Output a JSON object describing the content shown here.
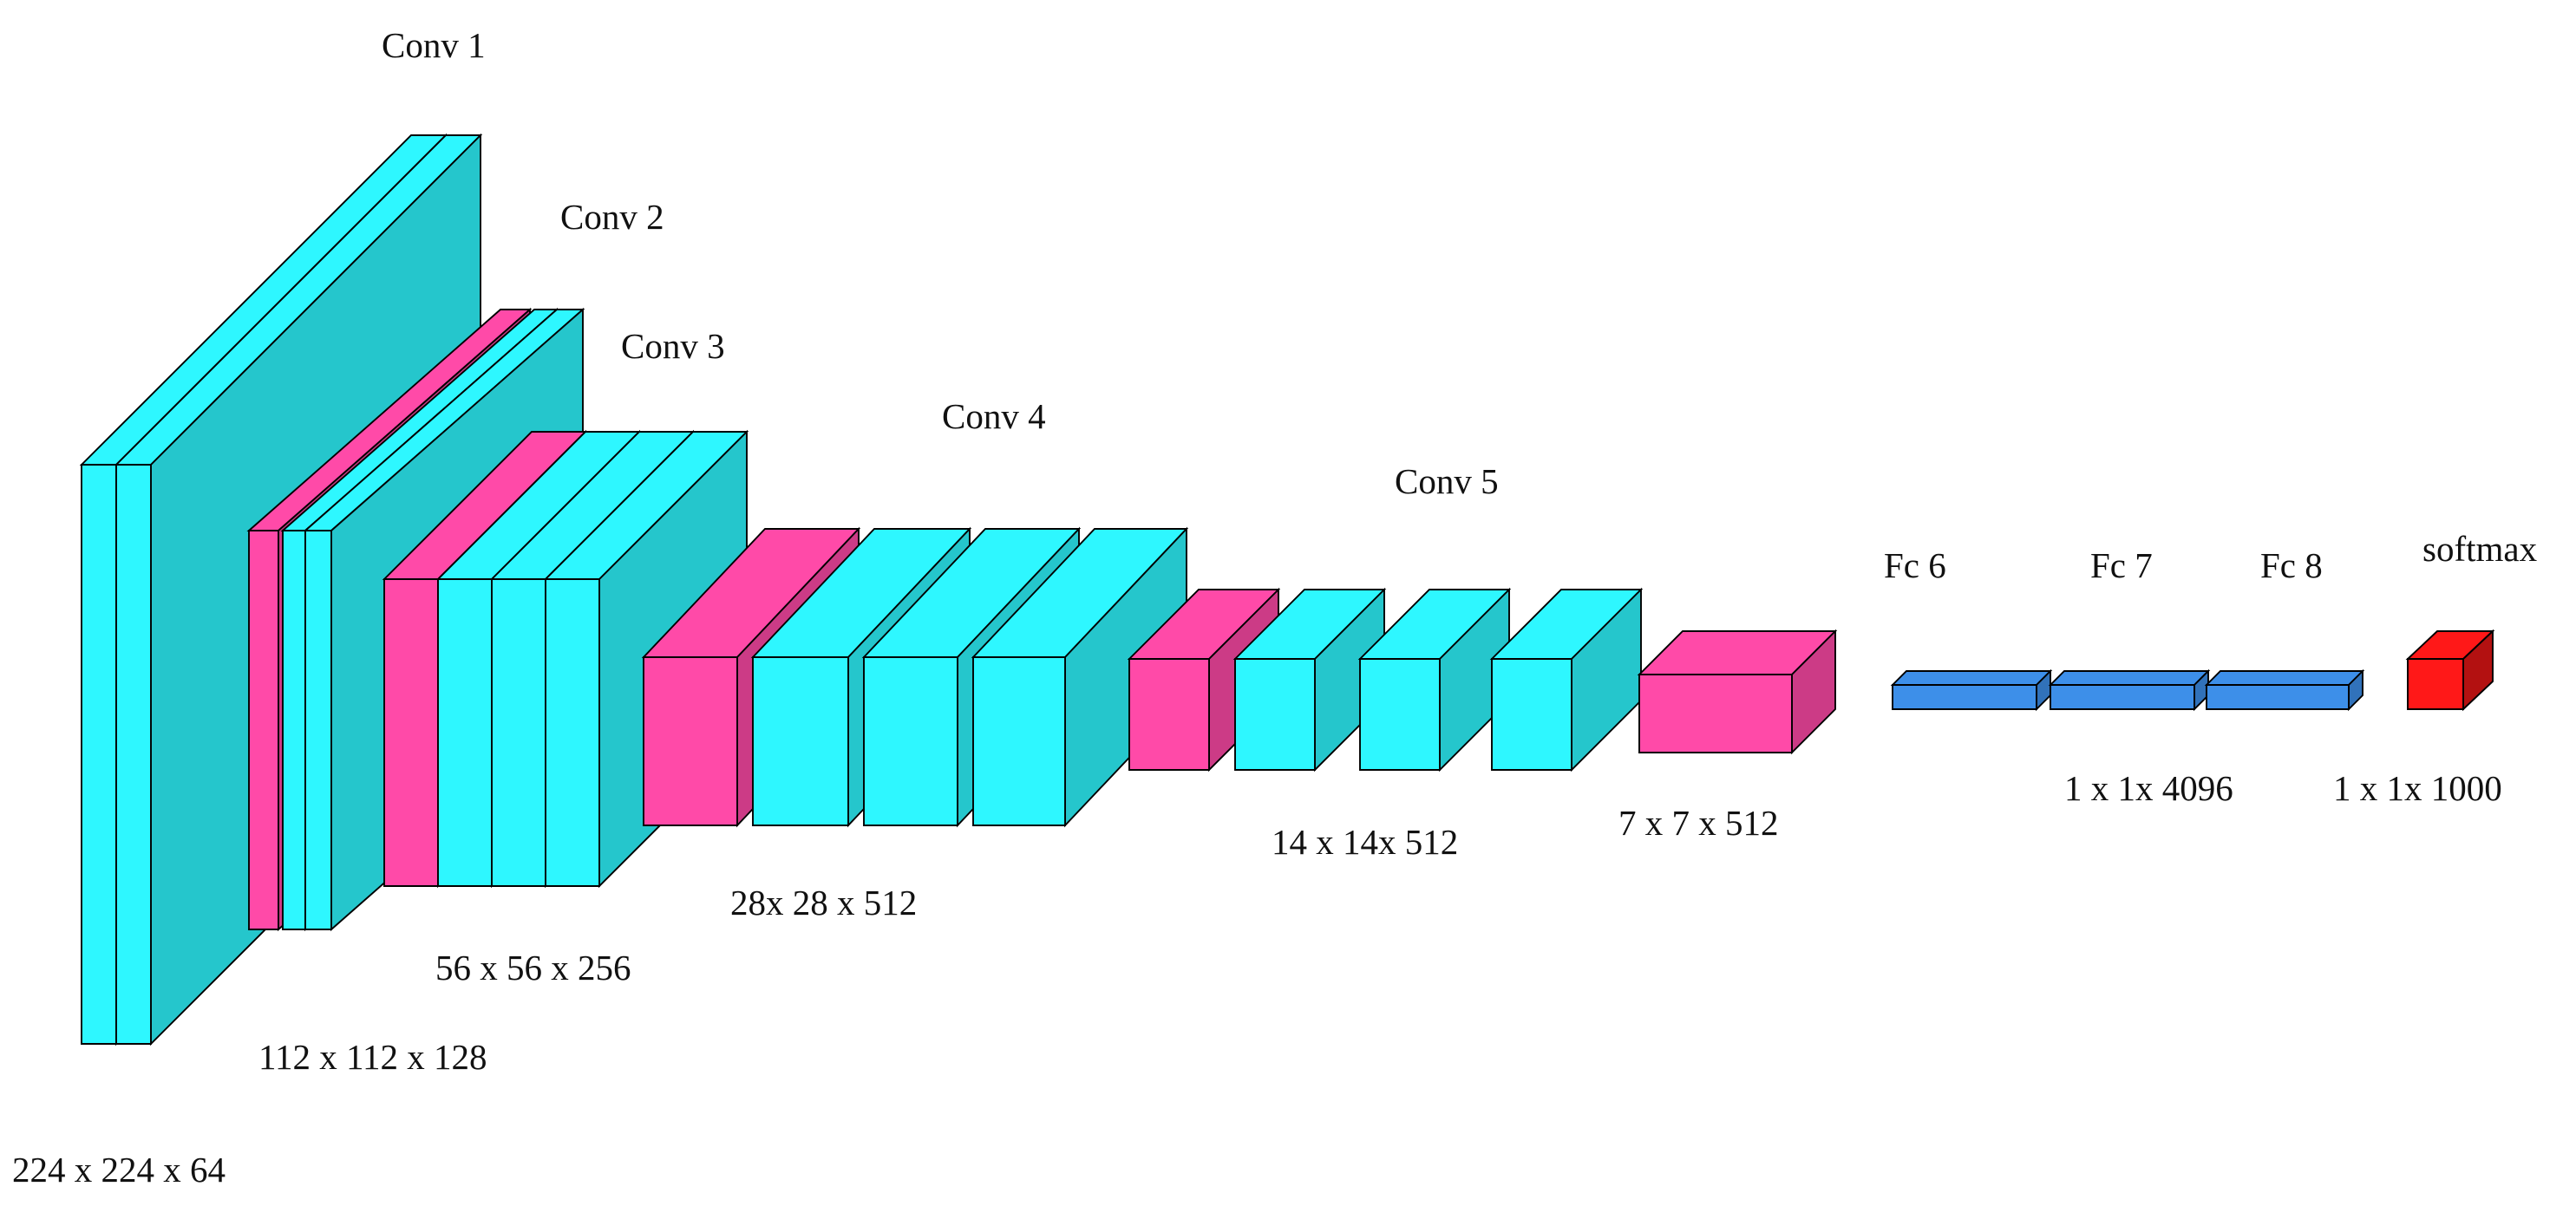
{
  "diagram": {
    "labels": {
      "conv1": "Conv 1",
      "conv2": "Conv 2",
      "conv3": "Conv 3",
      "conv4": "Conv 4",
      "conv5": "Conv 5",
      "fc6": "Fc 6",
      "fc7": "Fc 7",
      "fc8": "Fc 8",
      "softmax": "softmax"
    },
    "dims": {
      "d224": "224 x 224 x 64",
      "d112": "112 x 112 x 128",
      "d56": "56 x 56 x 256",
      "d28": "28x 28 x 512",
      "d14": "14 x 14x 512",
      "d7": "7 x 7 x 512",
      "dfc": "1 x 1x 4096",
      "dsoftmax": "1 x 1x 1000"
    },
    "layer_types": [
      "convolution",
      "max pooling",
      "fully connected",
      "softmax"
    ],
    "colors": {
      "conv": "#2ef7ff",
      "pool": "#ff4aa8",
      "fc": "#3d8fe9",
      "softmax": "#ff1818"
    }
  }
}
